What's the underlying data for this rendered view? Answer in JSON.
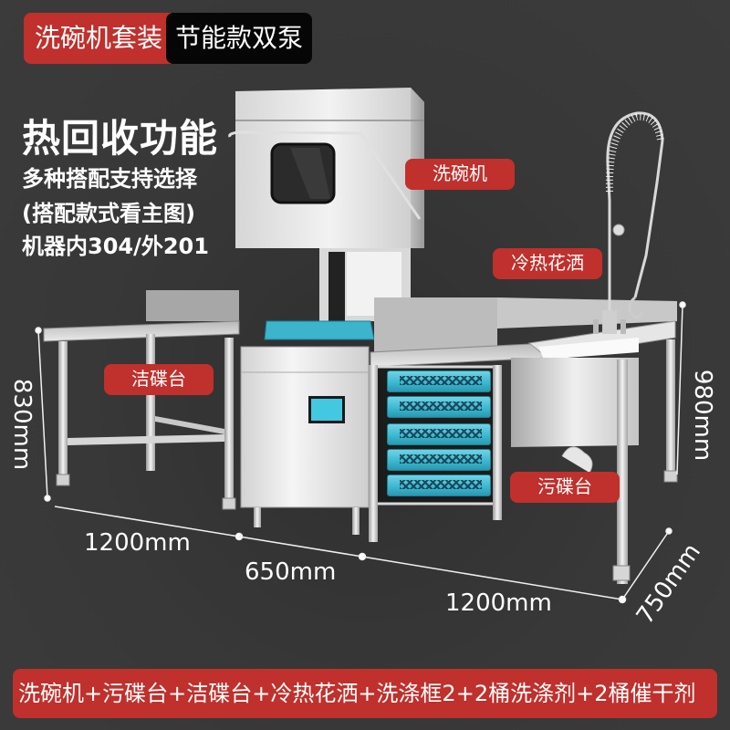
{
  "header": {
    "badge_red": "洗碗机套装",
    "badge_black": "节能款双泵"
  },
  "promo": {
    "title": "热回收功能",
    "lines": [
      "多种搭配支持选择",
      "(搭配款式看主图)",
      "机器内304/外201"
    ]
  },
  "labels": {
    "dishwasher": "洗碗机",
    "sprayer": "冷热花洒",
    "clean_table": "洁碟台",
    "dirty_table": "污碟台"
  },
  "dimensions": {
    "height_left": "830mm",
    "height_right": "980mm",
    "width_left": "1200mm",
    "width_machine": "650mm",
    "width_right": "1200mm",
    "depth": "750mm"
  },
  "bottom_strip": {
    "text": "洗碗机+污碟台+洁碟台+冷热花洒+洗涤框2+2桶洗涤剂+2桶催干剂"
  },
  "colors": {
    "accent_red": "#c0302c",
    "badge_black": "#060606",
    "background": "#3a3a3a",
    "rack_blue": "#38b6cf"
  }
}
